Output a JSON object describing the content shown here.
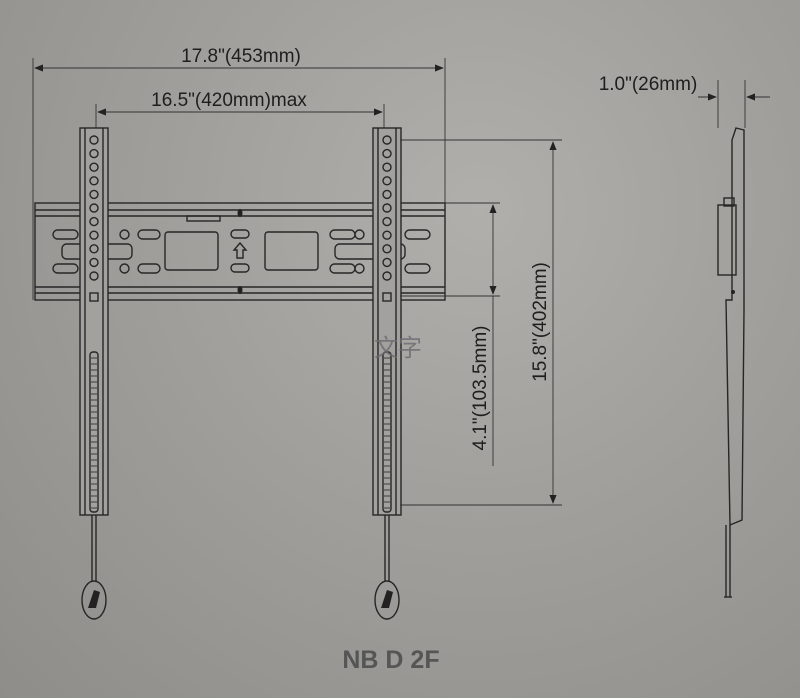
{
  "diagram": {
    "dimensions": {
      "overall_width": "17.8\"(453mm)",
      "max_hole_spacing": "16.5\"(420mm)max",
      "depth": "1.0\"(26mm)",
      "overall_height": "15.8\"(402mm)",
      "plate_height": "4.1\"(103.5mm)"
    },
    "model": "NB D 2F",
    "watermark": "文字",
    "colors": {
      "line": "#262626",
      "background": "#a19f9b",
      "model_text": "#555555"
    }
  }
}
